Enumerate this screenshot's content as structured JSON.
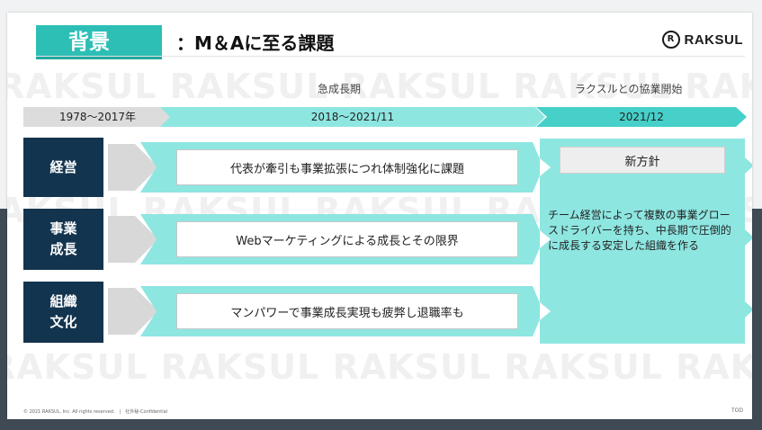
{
  "header": {
    "tab_title": "背景",
    "title": "：M＆Aに至る課題",
    "logo_text": "RAKSUL",
    "logo_mark": "R"
  },
  "watermark": "RAKSUL RAKSUL RAKSUL RAKSUL RAKSUL RAKSUL",
  "phases": {
    "rapid_growth": "急成長期",
    "alliance_start": "ラクスルとの協業開始"
  },
  "timeline": [
    {
      "label": "1978〜2017年"
    },
    {
      "label": "2018〜2021/11"
    },
    {
      "label": "2021/12"
    }
  ],
  "rows": [
    {
      "label": "経営",
      "issue": "代表が牽引も事業拡張につれ体制強化に課題"
    },
    {
      "label": "事業\n成長",
      "issue": "Webマーケティングによる成長とその限界"
    },
    {
      "label": "組織\n文化",
      "issue": "マンパワーで事業成長実現も疲弊し退職率も"
    }
  ],
  "policy": {
    "title": "新方針",
    "body": "チーム経営によって複数の事業グロースドライバーを持ち、中長期で圧倒的に成長する安定した組織を作る"
  },
  "footer": {
    "copyright": "© 2021 RAKSUL, Inc. All rights reserved.　|　社外秘-Confidential",
    "page": "TOD"
  },
  "colors": {
    "teal_dark": "#2dbfb6",
    "teal_light": "#8ee6e1",
    "teal_mid": "#46d0c9",
    "navy": "#13344f",
    "gray": "#d8d8d8"
  }
}
